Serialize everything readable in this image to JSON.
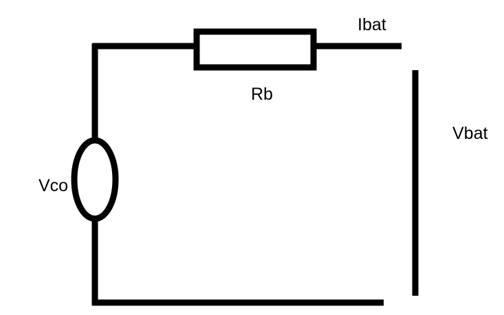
{
  "labels": {
    "current": "Ibat",
    "resistor": "Rb",
    "terminal_voltage": "Vbat",
    "source": "Vco"
  },
  "colors": {
    "line": "#000000",
    "background": "#ffffff"
  }
}
